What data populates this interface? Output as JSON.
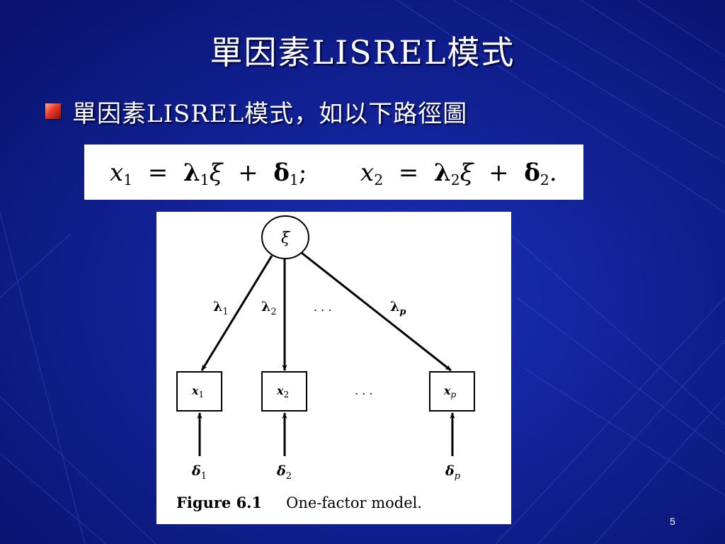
{
  "slide": {
    "title": "單因素LISREL模式",
    "bullet": "單因素LISREL模式，如以下路徑圖",
    "page_number": "5"
  },
  "equations": {
    "eq1": {
      "lhs": "x",
      "lhs_sub": "1",
      "eq": "=",
      "lambda": "λ",
      "lambda_sub": "1",
      "xi": "ξ",
      "plus": "+",
      "delta": "δ",
      "delta_sub": "1",
      "end": ";"
    },
    "eq2": {
      "lhs": "x",
      "lhs_sub": "2",
      "eq": "=",
      "lambda": "λ",
      "lambda_sub": "2",
      "xi": "ξ",
      "plus": "+",
      "delta": "δ",
      "delta_sub": "2",
      "end": "."
    }
  },
  "diagram": {
    "latent": "ξ",
    "loadings": [
      {
        "sym": "λ",
        "sub": "1"
      },
      {
        "sym": "λ",
        "sub": "2"
      },
      {
        "sym": "λ",
        "sub": "p"
      }
    ],
    "loading_ellipsis": ". . .",
    "indicators": [
      {
        "sym": "x",
        "sub": "1"
      },
      {
        "sym": "x",
        "sub": "2"
      },
      {
        "sym": "x",
        "sub": "p"
      }
    ],
    "indicator_ellipsis": ". . .",
    "errors": [
      {
        "sym": "δ",
        "sub": "1"
      },
      {
        "sym": "δ",
        "sub": "2"
      },
      {
        "sym": "δ",
        "sub": "p"
      }
    ],
    "caption_number": "Figure 6.1",
    "caption_text": "One-factor model."
  },
  "colors": {
    "background": "#0b1a8a",
    "text": "#ffffff",
    "bullet": "#e83a2a"
  }
}
